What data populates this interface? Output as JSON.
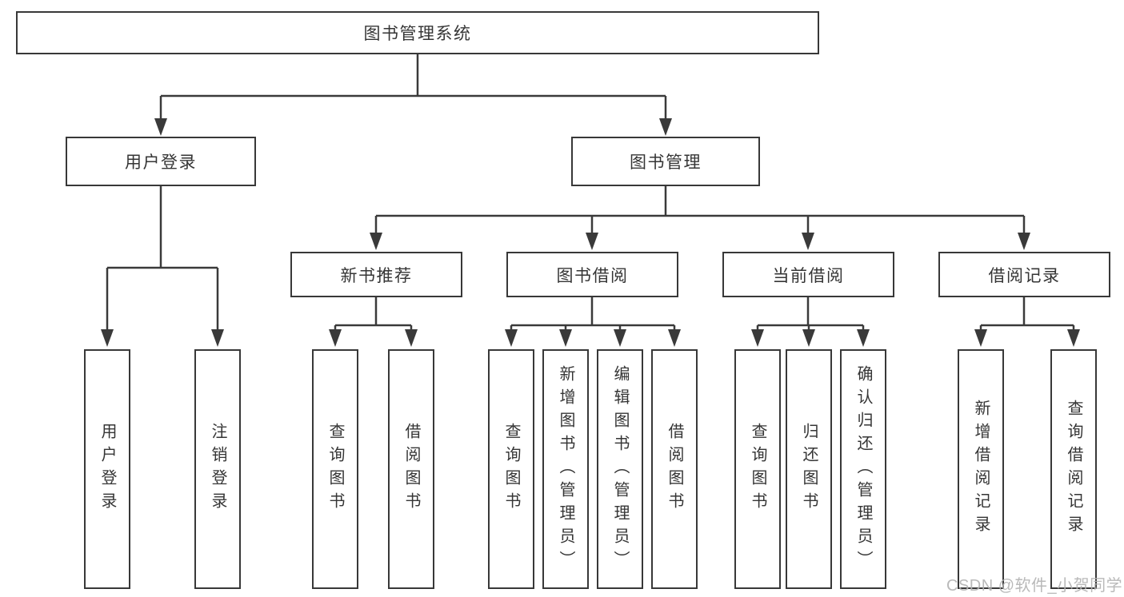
{
  "diagram_title": "图书管理系统",
  "tree": {
    "label": "图书管理系统",
    "children": [
      {
        "label": "用户登录",
        "children": [
          {
            "label": "用户登录"
          },
          {
            "label": "注销登录"
          }
        ]
      },
      {
        "label": "图书管理",
        "children": [
          {
            "label": "新书推荐",
            "children": [
              {
                "label": "查询图书"
              },
              {
                "label": "借阅图书"
              }
            ]
          },
          {
            "label": "图书借阅",
            "children": [
              {
                "label": "查询图书"
              },
              {
                "label": "新增图书（管理员）"
              },
              {
                "label": "编辑图书（管理员）"
              },
              {
                "label": "借阅图书"
              }
            ]
          },
          {
            "label": "当前借阅",
            "children": [
              {
                "label": "查询图书"
              },
              {
                "label": "归还图书"
              },
              {
                "label": "确认归还（管理员）"
              }
            ]
          },
          {
            "label": "借阅记录",
            "children": [
              {
                "label": "新增借阅记录"
              },
              {
                "label": "查询借阅记录"
              }
            ]
          }
        ]
      }
    ]
  },
  "watermark": {
    "text": "CSDN @软件_小贺同学"
  },
  "colors": {
    "line": "#3a3a3a",
    "box_border": "#383838",
    "text": "#353535",
    "background": "#ffffff",
    "watermark": "#b2b2b2"
  }
}
